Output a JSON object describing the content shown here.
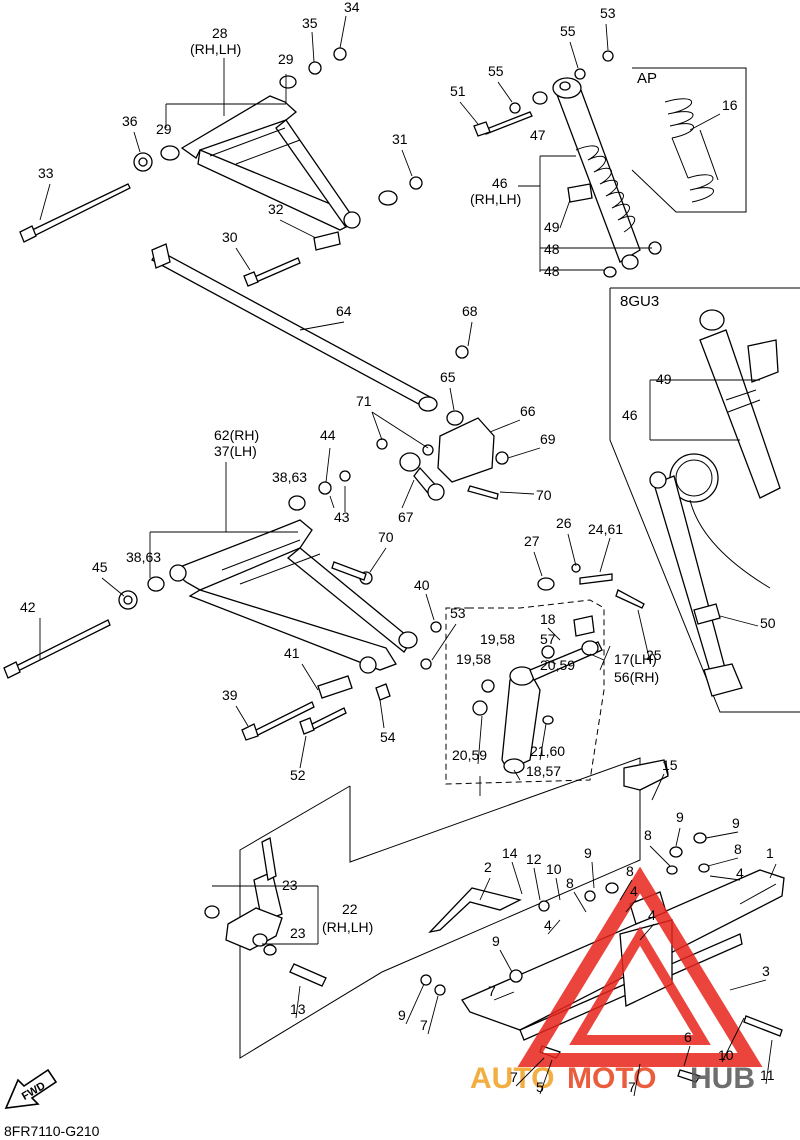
{
  "diagram_code": "8FR7110-G210",
  "fwd_label": "FWD",
  "watermark": {
    "auto": "AUTO",
    "moto": "MOTO",
    "hub": "HUB",
    "colors": {
      "auto": "#f0a020",
      "moto": "#e8401c",
      "hub": "#555555",
      "triangle": "#e8241c"
    }
  },
  "boxes": {
    "ap": "AP",
    "gu": "8GU3"
  },
  "callouts": [
    {
      "id": "c28",
      "text": "28"
    },
    {
      "id": "c28b",
      "text": "(RH,LH)"
    },
    {
      "id": "c29a",
      "text": "29"
    },
    {
      "id": "c29b",
      "text": "29"
    },
    {
      "id": "c35",
      "text": "35"
    },
    {
      "id": "c34",
      "text": "34"
    },
    {
      "id": "c36",
      "text": "36"
    },
    {
      "id": "c33",
      "text": "33"
    },
    {
      "id": "c31",
      "text": "31"
    },
    {
      "id": "c32",
      "text": "32"
    },
    {
      "id": "c30",
      "text": "30"
    },
    {
      "id": "c53a",
      "text": "53"
    },
    {
      "id": "c55a",
      "text": "55"
    },
    {
      "id": "c55b",
      "text": "55"
    },
    {
      "id": "c51",
      "text": "51"
    },
    {
      "id": "c47",
      "text": "47"
    },
    {
      "id": "c46",
      "text": "46"
    },
    {
      "id": "c46b",
      "text": "(RH,LH)"
    },
    {
      "id": "c49",
      "text": "49"
    },
    {
      "id": "c48a",
      "text": "48"
    },
    {
      "id": "c48b",
      "text": "48"
    },
    {
      "id": "c16",
      "text": "16"
    },
    {
      "id": "c64",
      "text": "64"
    },
    {
      "id": "c68",
      "text": "68"
    },
    {
      "id": "c65",
      "text": "65"
    },
    {
      "id": "c66",
      "text": "66"
    },
    {
      "id": "c69",
      "text": "69"
    },
    {
      "id": "c70a",
      "text": "70"
    },
    {
      "id": "c71",
      "text": "71"
    },
    {
      "id": "c62",
      "text": "62(RH)"
    },
    {
      "id": "c37",
      "text": "37(LH)"
    },
    {
      "id": "c44",
      "text": "44"
    },
    {
      "id": "c3863a",
      "text": "38,63"
    },
    {
      "id": "c43",
      "text": "43"
    },
    {
      "id": "c67",
      "text": "67"
    },
    {
      "id": "c70b",
      "text": "70"
    },
    {
      "id": "c3863b",
      "text": "38,63"
    },
    {
      "id": "c45",
      "text": "45"
    },
    {
      "id": "c42",
      "text": "42"
    },
    {
      "id": "c40",
      "text": "40"
    },
    {
      "id": "c53b",
      "text": "53"
    },
    {
      "id": "c41",
      "text": "41"
    },
    {
      "id": "c39",
      "text": "39"
    },
    {
      "id": "c54",
      "text": "54"
    },
    {
      "id": "c52",
      "text": "52"
    },
    {
      "id": "c8gu49",
      "text": "49"
    },
    {
      "id": "c8gu46",
      "text": "46"
    },
    {
      "id": "c50",
      "text": "50"
    },
    {
      "id": "c26",
      "text": "26"
    },
    {
      "id": "c2461",
      "text": "24,61"
    },
    {
      "id": "c27",
      "text": "27"
    },
    {
      "id": "c18",
      "text": "18"
    },
    {
      "id": "c57",
      "text": "57"
    },
    {
      "id": "c1958a",
      "text": "19,58"
    },
    {
      "id": "c1958b",
      "text": "19,58"
    },
    {
      "id": "c2059a",
      "text": "20,59"
    },
    {
      "id": "c25",
      "text": "25"
    },
    {
      "id": "c17",
      "text": "17(LH)"
    },
    {
      "id": "c56",
      "text": "56(RH)"
    },
    {
      "id": "c2160",
      "text": "21,60"
    },
    {
      "id": "c2059b",
      "text": "20,59"
    },
    {
      "id": "c1857",
      "text": "18,57"
    },
    {
      "id": "c15",
      "text": "15"
    },
    {
      "id": "c23a",
      "text": "23"
    },
    {
      "id": "c23b",
      "text": "23"
    },
    {
      "id": "c22",
      "text": "22"
    },
    {
      "id": "c22b",
      "text": "(RH,LH)"
    },
    {
      "id": "c13",
      "text": "13"
    },
    {
      "id": "c14",
      "text": "14"
    },
    {
      "id": "c12",
      "text": "12"
    },
    {
      "id": "c10a",
      "text": "10"
    },
    {
      "id": "c9a",
      "text": "9"
    },
    {
      "id": "c8a",
      "text": "8"
    },
    {
      "id": "c8b",
      "text": "8"
    },
    {
      "id": "c4a",
      "text": "4"
    },
    {
      "id": "c2",
      "text": "2"
    },
    {
      "id": "c8c",
      "text": "8"
    },
    {
      "id": "c9b",
      "text": "9"
    },
    {
      "id": "c9c",
      "text": "9"
    },
    {
      "id": "c8d",
      "text": "8"
    },
    {
      "id": "c4b",
      "text": "4"
    },
    {
      "id": "c1",
      "text": "1"
    },
    {
      "id": "c4c",
      "text": "4"
    },
    {
      "id": "c4d",
      "text": "4"
    },
    {
      "id": "c9d",
      "text": "9"
    },
    {
      "id": "c7a",
      "text": "7"
    },
    {
      "id": "c9e",
      "text": "9"
    },
    {
      "id": "c7b",
      "text": "7"
    },
    {
      "id": "c3",
      "text": "3"
    },
    {
      "id": "c6",
      "text": "6"
    },
    {
      "id": "c10b",
      "text": "10"
    },
    {
      "id": "c11",
      "text": "11"
    },
    {
      "id": "c7c",
      "text": "7"
    },
    {
      "id": "c5",
      "text": "5"
    },
    {
      "id": "c7d",
      "text": "7"
    }
  ]
}
